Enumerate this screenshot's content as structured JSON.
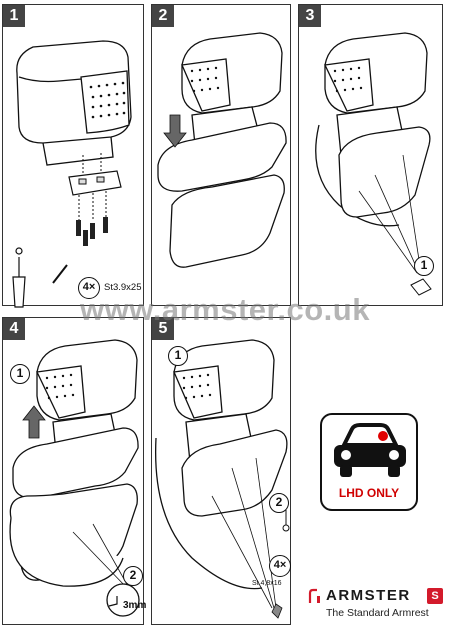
{
  "steps": [
    {
      "number": "1"
    },
    {
      "number": "2"
    },
    {
      "number": "3"
    },
    {
      "number": "4"
    },
    {
      "number": "5"
    }
  ],
  "step1": {
    "quantity": "4×",
    "screw_spec": "St3.9x25"
  },
  "step3": {
    "callout": "1"
  },
  "step4": {
    "callout_top": "1",
    "callout_bottom": "2",
    "drill_size": "3mm"
  },
  "step5": {
    "callout_top": "1",
    "callout_bottom": "2",
    "quantity": "4×",
    "screw_spec": "St 4,8x16"
  },
  "watermark": "www.armster.co.uk",
  "lhd": {
    "label": "LHD ONLY",
    "car_color": "#111111",
    "dot_color": "#e00000"
  },
  "brand": {
    "name": "ARMSTER",
    "badge": "S",
    "tagline": "The Standard Armrest",
    "accent": "#d31a2b"
  }
}
